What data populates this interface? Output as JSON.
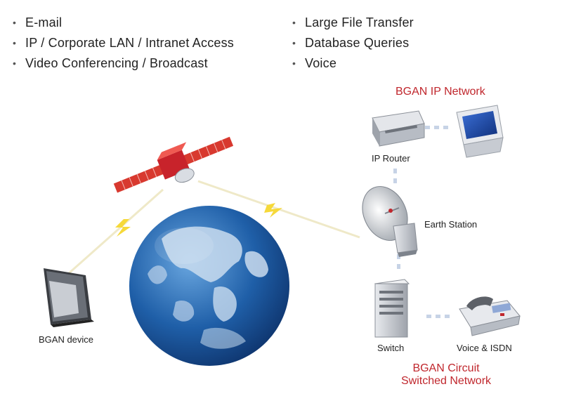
{
  "services": {
    "left": [
      "E-mail",
      "IP / Corporate LAN / Intranet Access",
      "Video Conferencing / Broadcast"
    ],
    "right": [
      "Large File Transfer",
      "Database Queries",
      "Voice"
    ]
  },
  "labels": {
    "ip_network": "BGAN IP Network",
    "ip_router": "IP Router",
    "earth_station": "Earth Station",
    "bgan_device": "BGAN device",
    "switch": "Switch",
    "voice_isdn": "Voice & ISDN",
    "circuit_network_line1": "BGAN Circuit",
    "circuit_network_line2": "Switched Network"
  },
  "colors": {
    "accent_red": "#c0272d",
    "satellite_panel": "#d8392f",
    "beam_yellow": "#f6d93a",
    "globe_blue": "#1f5fa8",
    "link_dots": "#c7d3e6"
  }
}
